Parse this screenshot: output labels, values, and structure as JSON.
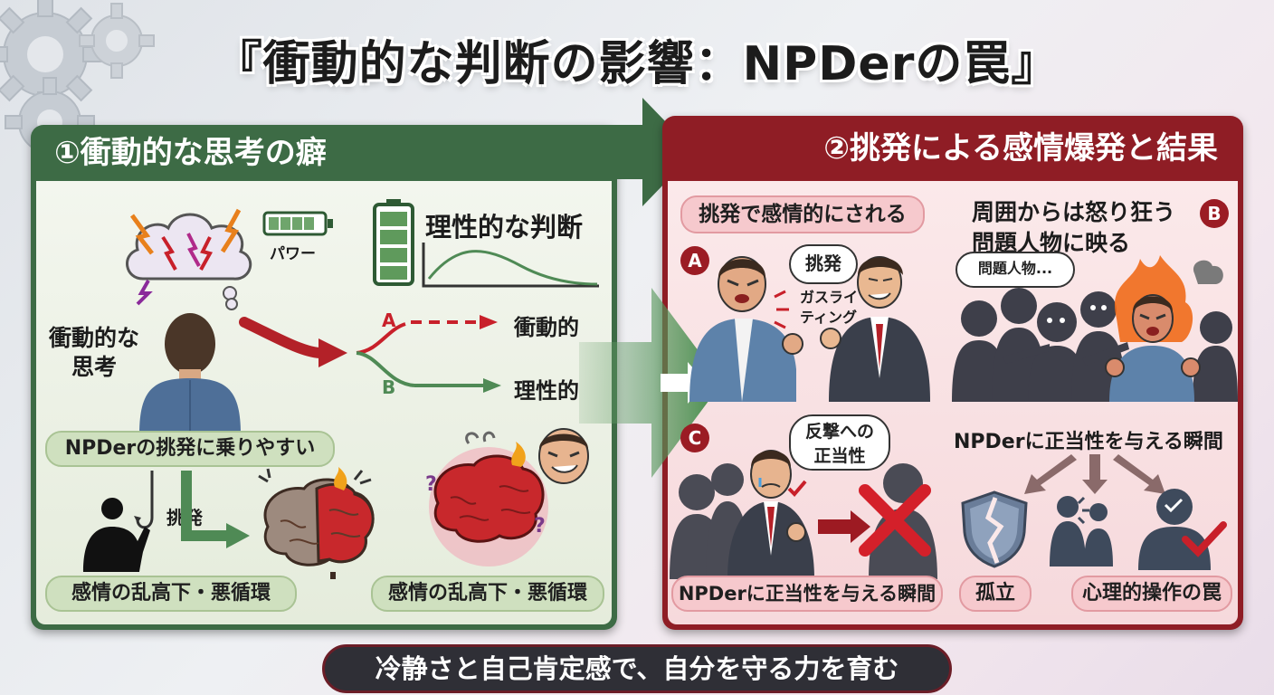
{
  "title": "『衝動的な判断の影響：NPDerの罠』",
  "left_panel": {
    "header": "①衝動的な思考の癖",
    "battery_label": "パワー",
    "reason_label": "理性的な判断",
    "thinker_label": "衝動的な\n思考",
    "path_a_letter": "A",
    "path_a_label": "衝動的",
    "path_b_letter": "B",
    "path_b_label": "理性的",
    "vulnerable_label": "NPDerの挑発に乗りやすい",
    "bait_label": "挑発",
    "cycle_label_1": "感情の乱高下・悪循環",
    "cycle_label_2": "感情の乱高下・悪循環"
  },
  "right_panel": {
    "header": "②挑発による感情爆発と結果",
    "provoked_label": "挑発で感情的にされる",
    "badge_a": "A",
    "provoke_bubble": "挑発",
    "gaslighting_label": "ガスライ\nティング",
    "seen_label": "周囲からは怒り狂う\n問題人物に映る",
    "badge_b": "B",
    "crowd_bubble": "問題人物...",
    "badge_c": "C",
    "justify_bubble": "反撃への\n正当性",
    "moment_label_top": "NPDerに正当性を与える瞬間",
    "moment_label_bottom": "NPDerに正当性を与える瞬間",
    "isolation_label": "孤立",
    "trap_label": "心理的操作の罠"
  },
  "footer": "冷静さと自己肯定感で、自分を守る力を育む",
  "colors": {
    "green_header": "#3d6b45",
    "red_header": "#8f1d25",
    "accent_red": "#c8202a",
    "accent_green": "#4f8a55"
  }
}
